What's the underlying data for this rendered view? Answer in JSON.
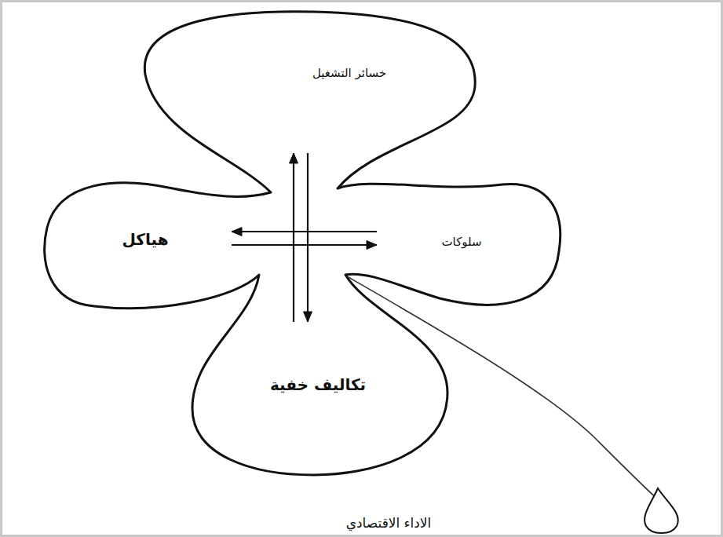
{
  "diagram": {
    "nodes": [
      {
        "text": [
          "خسائر التشغيل"
        ]
      },
      {
        "text": [
          "سلوكات"
        ]
      },
      {
        "text": [
          "هياكل"
        ]
      },
      {
        "text": [
          "تكاليف خفية"
        ]
      }
    ],
    "edges": [
      {
        "from": 0,
        "to": 3,
        "arrow": "to"
      },
      {
        "from": 3,
        "to": 0,
        "arrow": "to"
      },
      {
        "from": 2,
        "to": 1,
        "arrow": "to"
      },
      {
        "from": 1,
        "to": 2,
        "arrow": "to"
      }
    ],
    "labels": [
      "الاداء الاقتصادي"
    ]
  }
}
